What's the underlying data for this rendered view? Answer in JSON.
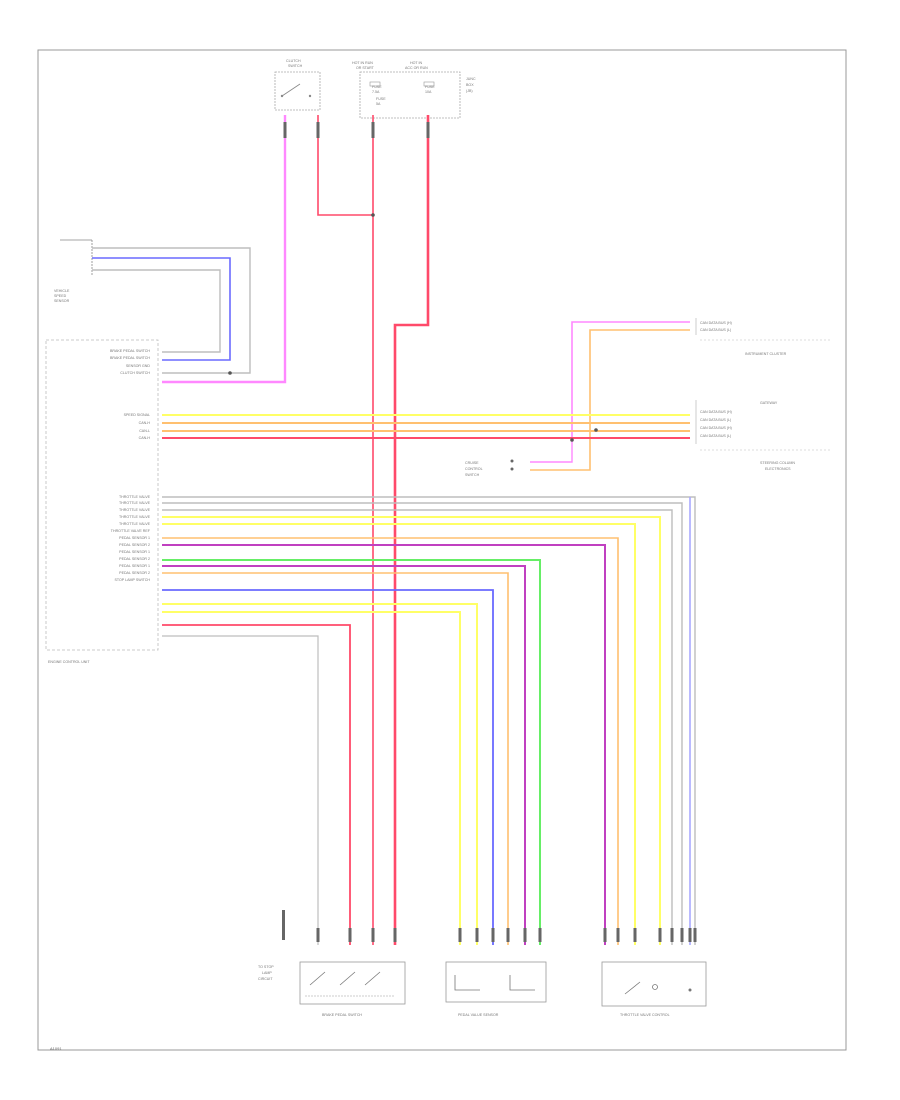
{
  "top_components": {
    "clutch_switch": [
      "CLUTCH",
      "SWITCH"
    ],
    "hot_at_all_times": [
      "HOT IN RUN",
      "OR START"
    ],
    "fuse_a": [
      "FUSE",
      "7.5A"
    ],
    "fuse_b": [
      "FUSE",
      "10A"
    ],
    "fuse_c": [
      "FUSE",
      "5A"
    ],
    "power_dist": [
      "HOT IN",
      "ACC OR RUN"
    ],
    "relay_box": [
      "JUNC",
      "BOX",
      "(JB)"
    ]
  },
  "speed_sensor": [
    "VEHICLE",
    "SPEED",
    "SENSOR"
  ],
  "ecm_label": "ENGINE CONTROL UNIT",
  "ecm_pins": [
    "BRAKE PEDAL SWITCH",
    "BRAKE PEDAL SWITCH",
    "SENSOR GND",
    "CLUTCH SWITCH",
    "SPEED SIGNAL",
    "CAN-H",
    "CAN-L",
    "CAN-H",
    "THROTTLE VALVE",
    "THROTTLE VALVE",
    "THROTTLE VALVE",
    "THROTTLE VALVE",
    "THROTTLE VALVE",
    "THROTTLE VALVE REF",
    "PEDAL SENSOR 1",
    "PEDAL SENSOR 2",
    "PEDAL SENSOR 1",
    "PEDAL SENSOR 2",
    "PEDAL SENSOR 1",
    "PEDAL SENSOR 2",
    "STOP LAMP SWITCH"
  ],
  "instrument_cluster": {
    "title": "INSTRUMENT CLUSTER",
    "pins": [
      "CAN DATA BUS (H)",
      "CAN DATA BUS (L)"
    ]
  },
  "gateway": {
    "title": "GATEWAY",
    "pins": [
      "CAN DATA BUS (H)",
      "CAN DATA BUS (L)",
      "CAN DATA BUS (H)",
      "CAN DATA BUS (L)"
    ]
  },
  "steering_column": [
    "STEERING COLUMN",
    "ELECTRONICS"
  ],
  "cruise_switch": [
    "CRUISE",
    "CONTROL",
    "SWITCH"
  ],
  "bottom_components": {
    "brake_switch": "BRAKE PEDAL SWITCH",
    "pedal_sensor": "PEDAL VALUE SENSOR",
    "throttle_control": "THROTTLE VALVE CONTROL",
    "stop_lamp": [
      "TO STOP",
      "LAMP",
      "CIRCUIT"
    ]
  },
  "footer_code": "A1091",
  "colors": {
    "pink": "#ff88ff",
    "red": "#ff4a6a",
    "blue": "#6a6aff",
    "gray": "#bdbdbd",
    "yellow": "#ffff66",
    "orange": "#ffc070",
    "purple": "#c040c0",
    "green": "#66ee66",
    "light_red": "#ff9aa0",
    "lavender": "#a8a8ff"
  }
}
